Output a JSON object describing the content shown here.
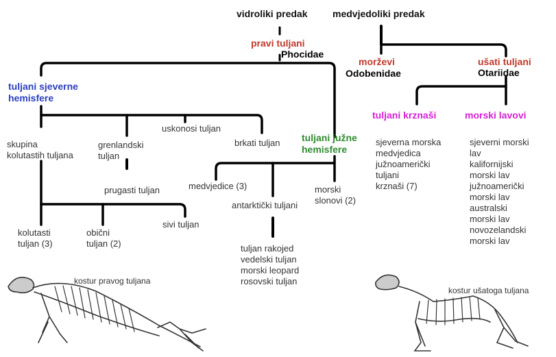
{
  "ancestors": {
    "otter": "vidroliki predak",
    "bear": "medvjedoliki predak"
  },
  "phocidae": {
    "name": "pravi tuljani",
    "latin": "Phocidae"
  },
  "odobenidae": {
    "name": "morževi",
    "latin": "Odobenidae"
  },
  "otariidae": {
    "name": "ušati tuljani",
    "latin": "Otariidae"
  },
  "north": {
    "name": "tuljani sjeverne\nhemisfere"
  },
  "south": {
    "name": "tuljani južne\nhemisfere"
  },
  "north_groups": {
    "ringed_group": "skupina\nkolutastih tuljana",
    "greenland": "grenlandski\ntuljan",
    "hooded": "uskonosi tuljan",
    "bearded": "brkati tuljan",
    "banded": "prugasti tuljan",
    "ringed": "kolutasti\ntuljan (3)",
    "common": "obični\ntuljan (2)",
    "grey": "sivi tuljan"
  },
  "south_groups": {
    "monk": "medvjedice (3)",
    "antarctic": "antarktički tuljani",
    "elephant": "morski\nslonovi (2)",
    "antarctic_list": "tuljan rakojed\nvedelski tuljan\nmorski leopard\nrosovski tuljan"
  },
  "otariid_groups": {
    "fur": "tuljani krznaši",
    "sealions": "morski lavovi",
    "fur_list": "sjeverna morska\nmedvjedica\njužnoamerički\ntuljani\nkrznaši (7)",
    "sealion_list": "sjeverni morski\nlav\nkalifornijski\nmorski lav\njužnoamerički\nmorski lav\naustralski\nmorski lav\nnovozelandski\nmorski lav"
  },
  "captions": {
    "true_seal": "kostur pravog tuljana",
    "eared_seal": "kostur ušatoga tuljana"
  },
  "colors": {
    "line": "#000000",
    "red": "#c0392b",
    "blue": "#2a3fbf",
    "green": "#2e8b2e",
    "magenta": "#d61fd6"
  }
}
